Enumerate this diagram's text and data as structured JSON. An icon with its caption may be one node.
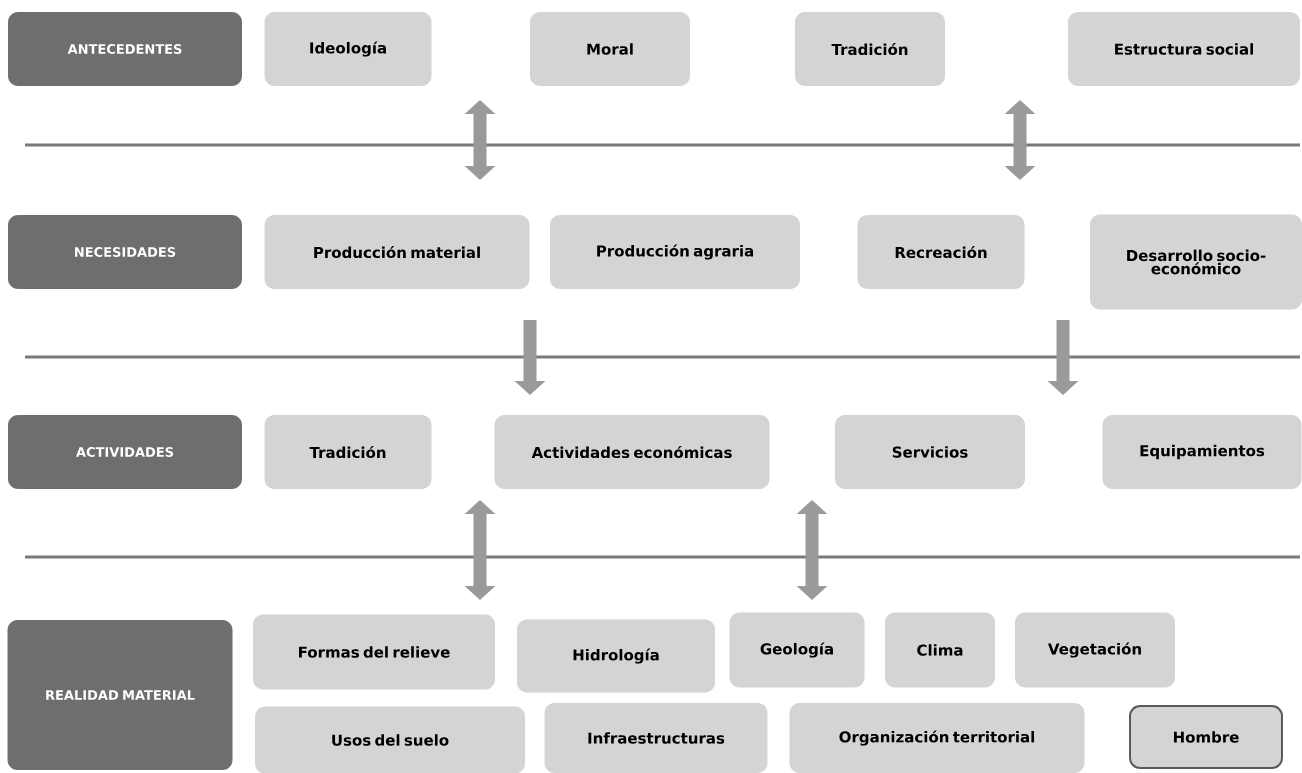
{
  "diagram": {
    "nodes": [
      {
        "text": [
          "ANTECEDENTES"
        ]
      },
      {
        "text": [
          "Ideología"
        ]
      },
      {
        "text": [
          "Moral"
        ]
      },
      {
        "text": [
          "Tradición"
        ]
      },
      {
        "text": [
          "Estructura social"
        ]
      },
      {
        "text": [
          "NECESIDADES"
        ]
      },
      {
        "text": [
          "Producción material"
        ]
      },
      {
        "text": [
          "Producción agraria"
        ]
      },
      {
        "text": [
          "Recreación"
        ]
      },
      {
        "text": [
          "Desarrollo socio-económico"
        ]
      },
      {
        "text": [
          "ACTIVIDADES"
        ]
      },
      {
        "text": [
          "Tradición"
        ]
      },
      {
        "text": [
          "Actividades económicas"
        ]
      },
      {
        "text": [
          "Servicios"
        ]
      },
      {
        "text": [
          "Equipamientos"
        ]
      },
      {
        "text": [
          "REALIDAD MATERIAL"
        ]
      },
      {
        "text": [
          "Formas del relieve"
        ]
      },
      {
        "text": [
          "Hidrología"
        ]
      },
      {
        "text": [
          "Geología"
        ]
      },
      {
        "text": [
          "Clima"
        ]
      },
      {
        "text": [
          "Vegetación"
        ]
      },
      {
        "text": [
          "Usos del suelo"
        ]
      },
      {
        "text": [
          "Infraestructuras"
        ]
      },
      {
        "text": [
          "Organización territorial"
        ]
      },
      {
        "text": [
          "Hombre"
        ]
      }
    ]
  }
}
